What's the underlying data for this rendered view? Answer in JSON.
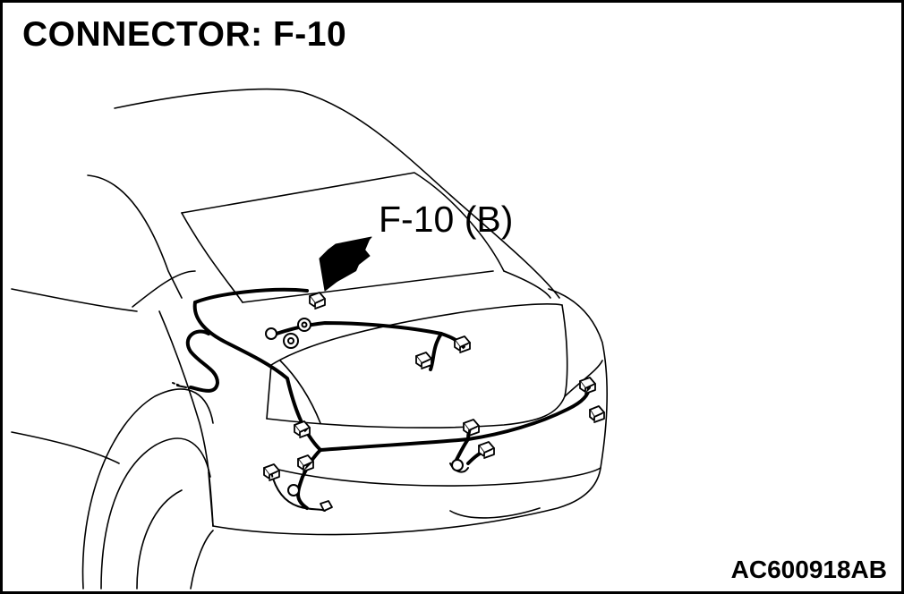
{
  "header": {
    "title": "CONNECTOR: F-10"
  },
  "diagram": {
    "callout_label": "F-10 (B)",
    "figure_id": "AC600918AB"
  }
}
